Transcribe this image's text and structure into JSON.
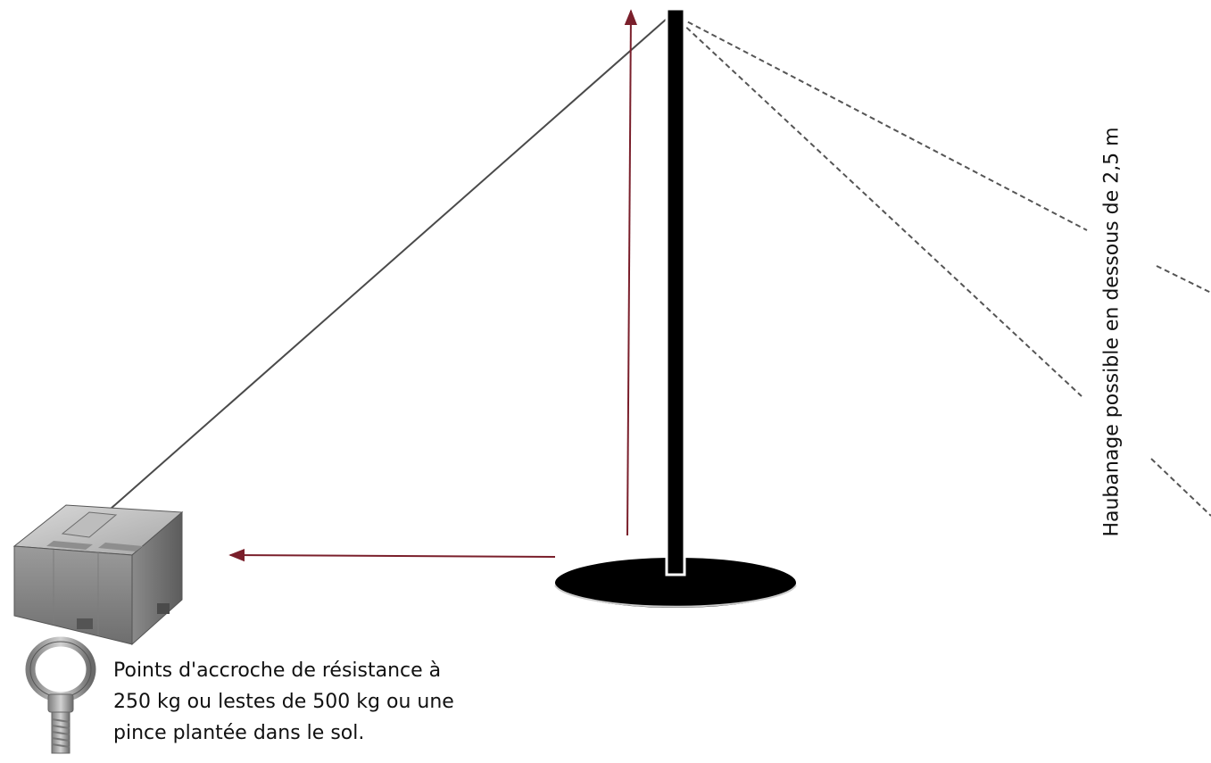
{
  "annotations": {
    "vertical_note": "Haubanage possible en dessous de 2,5 m",
    "caption_lines": [
      "Points d'accroche de résistance à",
      "250 kg ou lestes de 500 kg ou une",
      "pince plantée dans le sol."
    ]
  },
  "icons": {
    "weight": "concrete-block-icon",
    "anchor": "eye-bolt-icon"
  },
  "colors": {
    "mast": "#000000",
    "arrows": "#7a1f2b",
    "guy_line": "#4a4a4a",
    "dashed_lines": "#555555",
    "text": "#111111"
  }
}
